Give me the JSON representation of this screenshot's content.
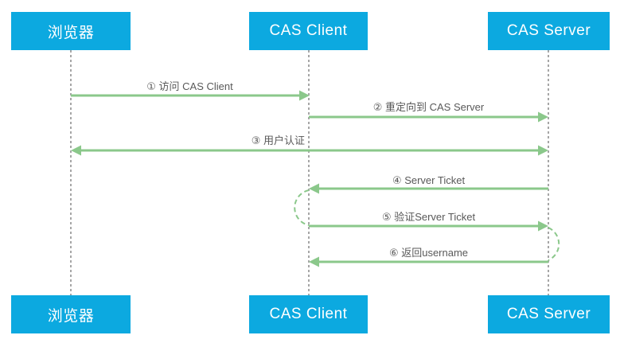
{
  "diagram": {
    "type": "sequence-diagram",
    "colors": {
      "actor_fill": "#0ca9e0",
      "actor_text": "#ffffff",
      "arrow_green": "#8bc88b",
      "lifeline_gray": "#a6a6a6",
      "label_text": "#595959"
    },
    "actors": [
      {
        "id": "browser",
        "label": "浏览器"
      },
      {
        "id": "cas-client",
        "label": "CAS Client"
      },
      {
        "id": "cas-server",
        "label": "CAS Server"
      }
    ],
    "messages": [
      {
        "step": "①",
        "label": "① 访问 CAS Client",
        "from": "browser",
        "to": "cas-client",
        "direction": "right"
      },
      {
        "step": "②",
        "label": "② 重定向到 CAS Server",
        "from": "cas-client",
        "to": "cas-server",
        "direction": "right"
      },
      {
        "step": "③",
        "label": "③ 用户认证",
        "from": "browser",
        "to": "cas-server",
        "direction": "both"
      },
      {
        "step": "④",
        "label": "④ Server Ticket",
        "from": "cas-server",
        "to": "cas-client",
        "direction": "left"
      },
      {
        "step": "⑤",
        "label": "⑤ 验证Server Ticket",
        "from": "cas-client",
        "to": "cas-server",
        "direction": "right"
      },
      {
        "step": "⑥",
        "label": "⑥ 返回username",
        "from": "cas-server",
        "to": "cas-client",
        "direction": "left"
      }
    ],
    "loops": [
      {
        "at": "cas-client",
        "side": "left",
        "between_steps": [
          "④",
          "⑤"
        ],
        "style": "dashed"
      },
      {
        "at": "cas-server",
        "side": "right",
        "between_steps": [
          "⑤",
          "⑥"
        ],
        "style": "dashed"
      }
    ]
  }
}
